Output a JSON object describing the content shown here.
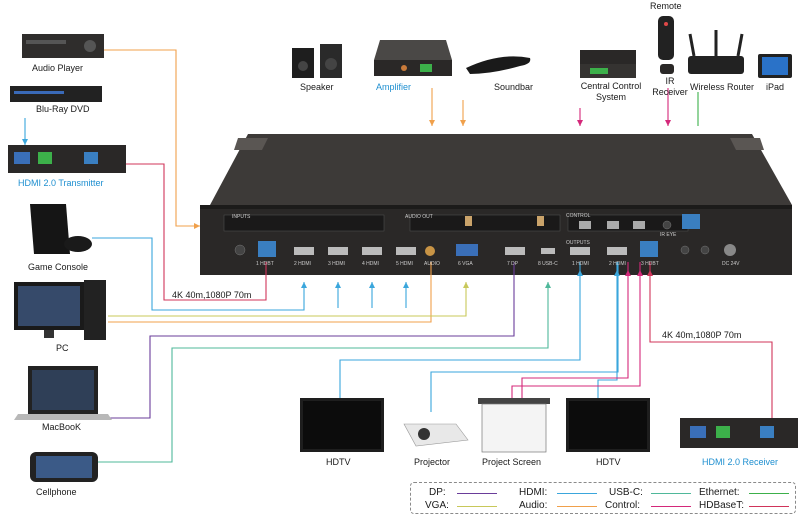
{
  "devices": {
    "audio_player": "Audio Player",
    "bluray": "Blu-Ray DVD",
    "hdmi_tx": "HDMI 2.0 Transmitter",
    "game_console": "Game Console",
    "pc": "PC",
    "macbook": "MacBooK",
    "cellphone": "Cellphone",
    "speaker": "Speaker",
    "amplifier": "Amplifier",
    "soundbar": "Soundbar",
    "central_control": "Central Control System",
    "remote": "Remote",
    "ir_receiver": "IR Receiver",
    "wireless_router": "Wireless Router",
    "ipad": "iPad",
    "hdtv_1": "HDTV",
    "projector": "Projector",
    "projector_screen": "Project Screen",
    "hdtv_2": "HDTV",
    "hdmi_rx": "HDMI 2.0 Receiver"
  },
  "notes": {
    "distance_left": "4K 40m,1080P 70m",
    "distance_right": "4K 40m,1080P 70m"
  },
  "panel": {
    "inputs": "INPUTS",
    "audio_out": "AUDIO OUT",
    "control": "CONTROL",
    "outputs": "OUTPUTS",
    "ir_eye": "IR EYE",
    "port_labels": [
      "1 HDBT",
      "2 HDMI",
      "3 HDMI",
      "4 HDMI",
      "5 HDMI",
      "6 VGA",
      "7 DP",
      "8 USB-C",
      "1 HDMI",
      "2 HDMI",
      "3 HDBT",
      "AUDIO",
      "DC 24V"
    ]
  },
  "legend": {
    "dp": "DP:",
    "vga": "VGA:",
    "hdmi": "HDMI:",
    "audio": "Audio:",
    "usbc": "USB-C:",
    "control": "Control:",
    "ethernet": "Ethernet:",
    "hdbaset": "HDBaseT:"
  },
  "colors": {
    "dp": "#6a3d9a",
    "vga": "#c8c85a",
    "hdmi": "#3aa6dc",
    "audio": "#f0a04b",
    "usbc": "#4fb89a",
    "control": "#d4287a",
    "ethernet": "#3cb04a",
    "hdbaset": "#d0345a"
  }
}
